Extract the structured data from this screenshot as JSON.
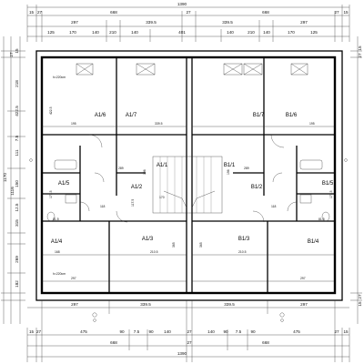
{
  "top_overall": "1390",
  "bottom_overall": "1390",
  "top_row1": [
    "15",
    "27",
    "668",
    "27",
    "668",
    "27",
    "15"
  ],
  "top_row2": [
    "297",
    "339.5",
    "339.5",
    "297"
  ],
  "top_row3": [
    "125",
    "170",
    "140",
    "210",
    "140",
    "401",
    "140",
    "210",
    "140",
    "170",
    "125"
  ],
  "bottom_row1": [
    "297",
    "339.5",
    "339.5",
    "297"
  ],
  "bottom_row2": [
    "15",
    "27",
    "475",
    "90",
    "7.5",
    "90",
    "140",
    "27",
    "140",
    "90",
    "7.5",
    "90",
    "475",
    "27",
    "15"
  ],
  "bottom_row3": [
    "668",
    "27",
    "668"
  ],
  "left_dims": [
    "15",
    "27",
    "218",
    "11",
    "422.5",
    "7.5",
    "75",
    "111",
    "150",
    "12.5",
    "315",
    "11",
    "269",
    "7.5",
    "182",
    "27"
  ],
  "left_overall": "1170",
  "left_total2": "1116",
  "right_dims": [
    "15",
    "27",
    "27",
    "15"
  ],
  "rooms": {
    "a16": "A1/6",
    "a17": "A1/7",
    "b17": "B1/7",
    "b16": "B1/6",
    "a11": "A1/1",
    "b11": "B1/1",
    "a12": "A1/2",
    "b12": "B1/2",
    "a15": "A1/5",
    "b15": "B1/5",
    "a14": "A1/4",
    "a13": "A1/3",
    "b13": "B1/3",
    "b14": "B1/4"
  },
  "inner_dims": {
    "w422": "422.5",
    "w339": "339.5",
    "w195a": "195",
    "w195b": "195",
    "w289a": "289",
    "w289b": "289",
    "w196a": "196",
    "w196b": "196",
    "w170": "170",
    "w118a": "118",
    "w118b": "118",
    "w210a": "210.5",
    "w210b": "210.5",
    "w297a": "297",
    "w297b": "297",
    "w365a": "365",
    "w365b": "365",
    "w171a": "171.5",
    "w171b": "171.5",
    "w815a": "81.5",
    "w815b": "81.5",
    "w168": "168",
    "w90": "90",
    "w91": "91",
    "w1175": "117.5"
  },
  "heights": {
    "h1": "h=220cm",
    "h2": "h=220cm"
  }
}
